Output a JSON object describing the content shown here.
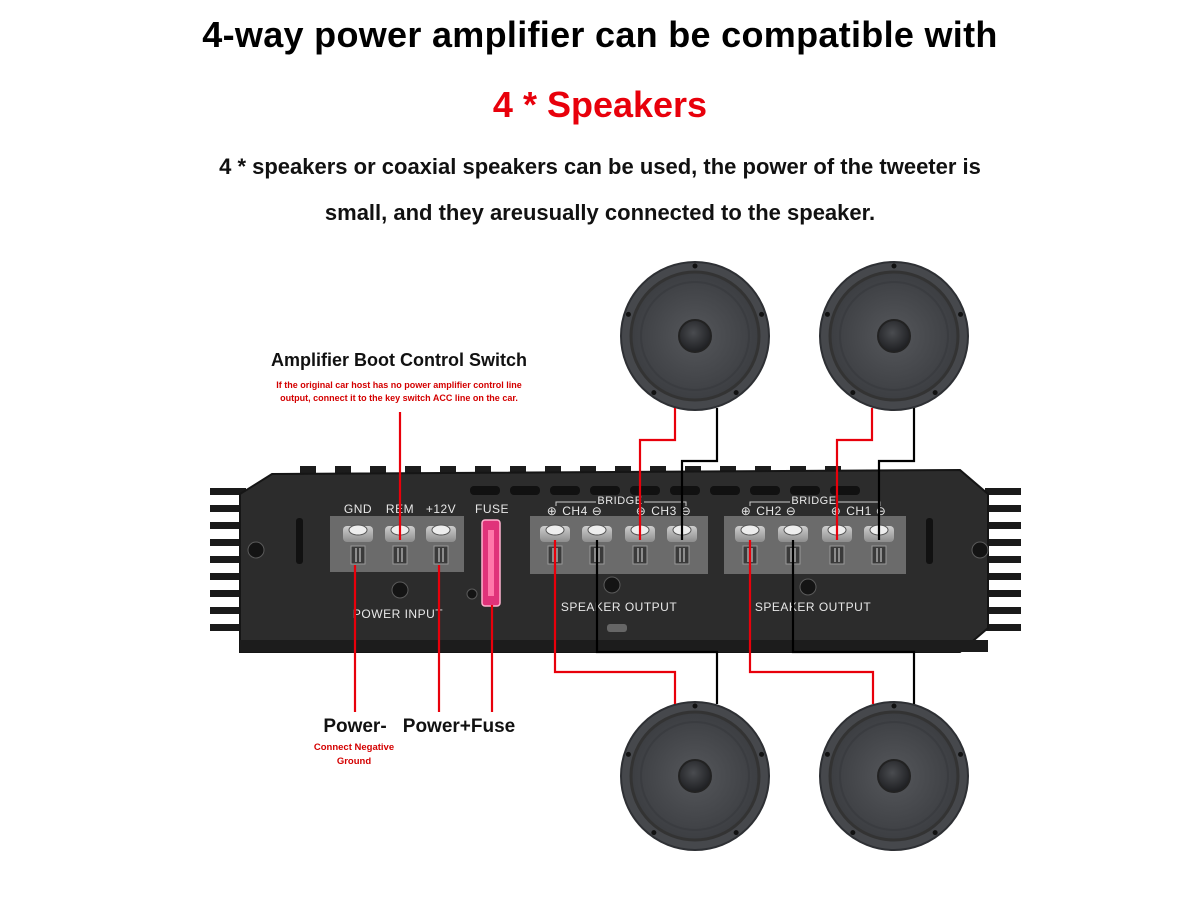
{
  "header": {
    "title": "4-way power amplifier can be compatible with",
    "subtitle": "4 * Speakers",
    "description_line1": "4 * speakers or coaxial speakers can be used, the power of the tweeter is",
    "description_line2": "small, and they areusually connected to the speaker."
  },
  "callouts": {
    "boot_switch_title": "Amplifier Boot Control Switch",
    "boot_switch_note_line1": "If the original car host has no power amplifier control line",
    "boot_switch_note_line2": "output, connect it to the key switch ACC line on the car.",
    "power_negative": "Power-",
    "power_negative_note_line1": "Connect Negative",
    "power_negative_note_line2": "Ground",
    "power_fuse": "Power+Fuse"
  },
  "amplifier": {
    "power_terminals": [
      "GND",
      "REM",
      "+12V"
    ],
    "power_section_label": "POWER INPUT",
    "fuse_label": "FUSE",
    "bridge_label": "BRIDGE",
    "channels": [
      "CH4",
      "CH3",
      "CH2",
      "CH1"
    ],
    "speaker_output_label": "SPEAKER OUTPUT",
    "plus_symbol": "⊕",
    "minus_symbol": "⊖"
  },
  "speakers": [
    {
      "name": "speaker-top-left",
      "channel": "CH3"
    },
    {
      "name": "speaker-top-right",
      "channel": "CH1"
    },
    {
      "name": "speaker-bottom-left",
      "channel": "CH4"
    },
    {
      "name": "speaker-bottom-right",
      "channel": "CH2"
    }
  ],
  "colors": {
    "positive_wire": "#e8000b",
    "negative_wire": "#000000",
    "amp_body": "#2b2b2b",
    "speaker_body": "#4a4c50",
    "fuse": "#e0337a"
  }
}
